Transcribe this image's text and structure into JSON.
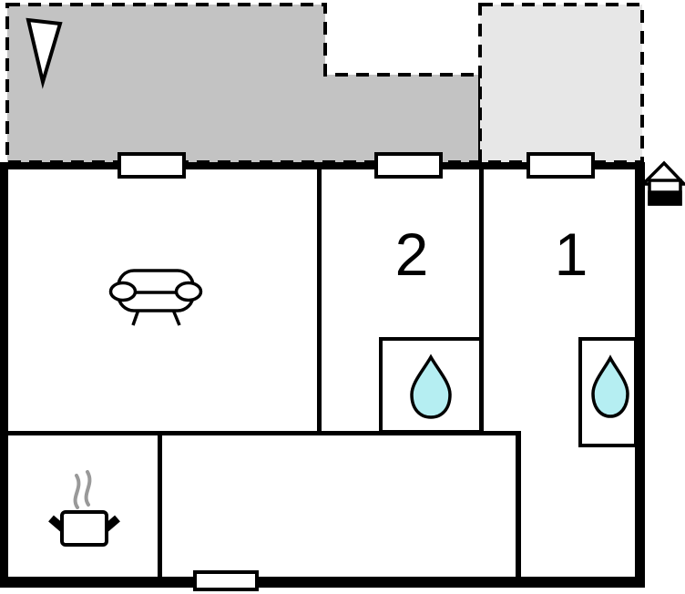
{
  "floorplan": {
    "type": "holiday-home-floor-plan",
    "rooms": {
      "room2": {
        "label": "2"
      },
      "room1": {
        "label": "1"
      }
    },
    "colors": {
      "wall": "#000000",
      "terrace_dark": "#c3c3c3",
      "terrace_light": "#e7e7e7",
      "water_drop": "#b5eef2",
      "steam": "#999999",
      "background": "#ffffff"
    },
    "icons": {
      "north_arrow": "north-arrow",
      "sofa": "sofa",
      "water_drop": "water-drop",
      "cooking_pot": "cooking-pot",
      "entrance": "house-entrance-marker"
    }
  }
}
